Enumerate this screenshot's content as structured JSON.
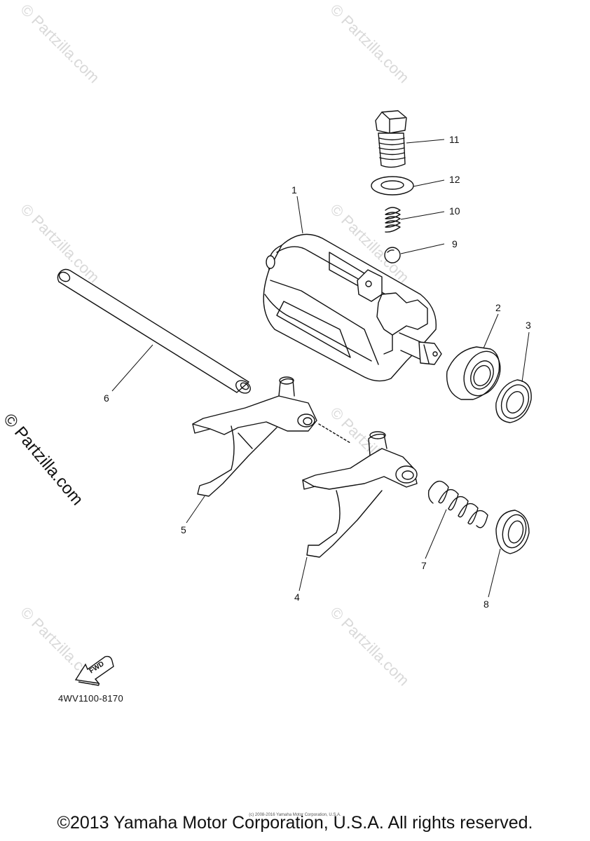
{
  "watermark": "© Partzilla.com",
  "side_watermark": "© Partzilla.com",
  "callouts": {
    "p1": "1",
    "p2": "2",
    "p3": "3",
    "p4": "4",
    "p5": "5",
    "p6": "6",
    "p7": "7",
    "p8": "8",
    "p9": "9",
    "p10": "10",
    "p11": "11",
    "p12": "12"
  },
  "fwd_label": "FWD",
  "part_code": "4WV1100-8170",
  "tiny_copyright": "(c) 2008-2016 Yamaha Motor Corporation, U.S.A.",
  "copyright": "©2013 Yamaha Motor Corporation, U.S.A. All rights reserved.",
  "colors": {
    "line": "#111111",
    "watermark": "#d9d9d9",
    "background": "#ffffff"
  }
}
